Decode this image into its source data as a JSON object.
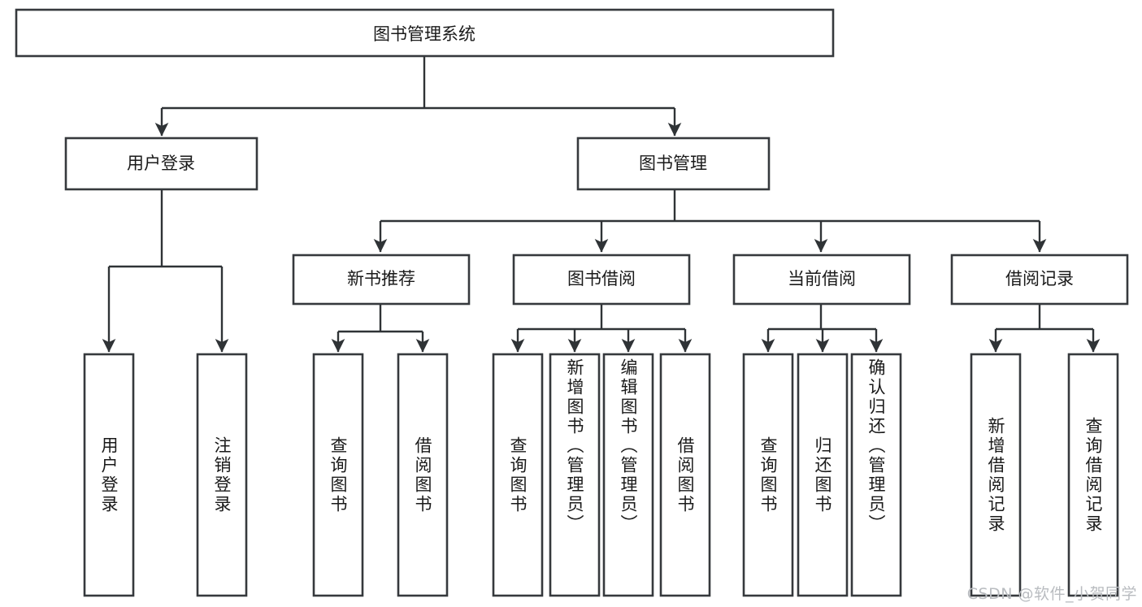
{
  "diagram": {
    "type": "tree",
    "title": "图书管理系统",
    "watermark": "CSDN @软件_小贺同学",
    "colors": {
      "stroke": "#36393d",
      "text": "#1a1a1a",
      "background": "#ffffff",
      "watermark": "#b9bcc0"
    },
    "root": {
      "label": "图书管理系统"
    },
    "level2": [
      {
        "id": "user-login",
        "label": "用户登录"
      },
      {
        "id": "book-manage",
        "label": "图书管理"
      }
    ],
    "level3": [
      {
        "id": "new-book-recommend",
        "label": "新书推荐",
        "parent": "book-manage"
      },
      {
        "id": "book-borrow",
        "label": "图书借阅",
        "parent": "book-manage"
      },
      {
        "id": "current-borrow",
        "label": "当前借阅",
        "parent": "book-manage"
      },
      {
        "id": "borrow-record",
        "label": "借阅记录",
        "parent": "book-manage"
      }
    ],
    "leaves": [
      {
        "id": "leaf-user-login",
        "label": "用户登录",
        "parent": "user-login",
        "align": "center"
      },
      {
        "id": "leaf-user-logout",
        "label": "注销登录",
        "parent": "user-login",
        "align": "center"
      },
      {
        "id": "leaf-query-book-1",
        "label": "查询图书",
        "parent": "new-book-recommend",
        "align": "center"
      },
      {
        "id": "leaf-borrow-book-1",
        "label": "借阅图书",
        "parent": "new-book-recommend",
        "align": "center"
      },
      {
        "id": "leaf-query-book-2",
        "label": "查询图书",
        "parent": "book-borrow",
        "align": "center"
      },
      {
        "id": "leaf-add-book",
        "label": "新增图书（管理员）",
        "parent": "book-borrow",
        "align": "top"
      },
      {
        "id": "leaf-edit-book",
        "label": "编辑图书（管理员）",
        "parent": "book-borrow",
        "align": "top"
      },
      {
        "id": "leaf-borrow-book-2",
        "label": "借阅图书",
        "parent": "book-borrow",
        "align": "center"
      },
      {
        "id": "leaf-query-book-3",
        "label": "查询图书",
        "parent": "current-borrow",
        "align": "center"
      },
      {
        "id": "leaf-return-book",
        "label": "归还图书",
        "parent": "current-borrow",
        "align": "center"
      },
      {
        "id": "leaf-confirm-return",
        "label": "确认归还（管理员）",
        "parent": "current-borrow",
        "align": "top"
      },
      {
        "id": "leaf-add-record",
        "label": "新增借阅记录",
        "parent": "borrow-record",
        "align": "center"
      },
      {
        "id": "leaf-query-record",
        "label": "查询借阅记录",
        "parent": "borrow-record",
        "align": "center"
      }
    ]
  }
}
